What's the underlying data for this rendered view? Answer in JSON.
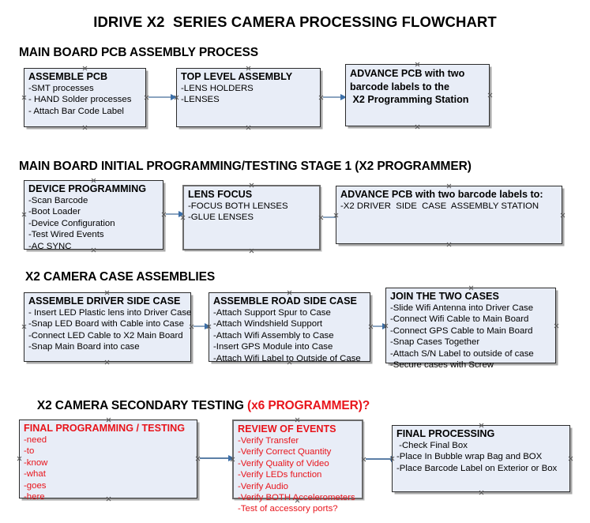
{
  "document": {
    "title": "IDRIVE X2  SERIES CAMERA PROCESSING FLOWCHART"
  },
  "colors": {
    "box_fill": "#e8edf7",
    "box_border": "#2b2b2b",
    "accent_red": "#e8141b",
    "arrow": "#8ba4c0",
    "arrow_head": "#3c6fa8"
  },
  "sections": [
    {
      "heading": "MAIN BOARD PCB ASSEMBLY PROCESS",
      "heading_suffix": "",
      "boxes": [
        {
          "title": "ASSEMBLE PCB",
          "lines": [
            "-SMT processes",
            "- HAND Solder processes",
            "- Attach Bar Code Label"
          ]
        },
        {
          "title": "TOP LEVEL ASSEMBLY",
          "lines": [
            "-LENS HOLDERS",
            "-LENSES"
          ]
        },
        {
          "title_lines": [
            "ADVANCE PCB with two",
            "barcode labels to the",
            " X2 Programming Station"
          ],
          "lines": []
        }
      ]
    },
    {
      "heading": "MAIN BOARD INITIAL PROGRAMMING/TESTING STAGE 1 (X2 PROGRAMMER)",
      "heading_suffix": "",
      "boxes": [
        {
          "title": "DEVICE PROGRAMMING",
          "lines": [
            "-Scan Barcode",
            "-Boot Loader",
            "-Device Configuration",
            "-Test Wired Events",
            "-AC SYNC"
          ]
        },
        {
          "title": "LENS FOCUS",
          "lines": [
            "-FOCUS BOTH LENSES",
            "-GLUE LENSES"
          ]
        },
        {
          "title": "ADVANCE PCB with two barcode labels to:",
          "lines": [
            "-X2 DRIVER  SIDE  CASE  ASSEMBLY STATION"
          ]
        }
      ]
    },
    {
      "heading": "X2 CAMERA CASE ASSEMBLIES",
      "heading_suffix": "",
      "boxes": [
        {
          "title": "ASSEMBLE DRIVER SIDE CASE",
          "lines": [
            "- Insert LED Plastic lens into Driver Case",
            "-Snap LED Board with Cable into Case",
            "-Connect LED Cable to X2 Main Board",
            "-Snap Main Board into case"
          ]
        },
        {
          "title": "ASSEMBLE ROAD SIDE CASE",
          "lines": [
            "-Attach Support Spur to Case",
            "-Attach Windshield Support",
            "-Attach Wifi Assembly to Case",
            "-Insert GPS Module into Case",
            "-Attach Wifi Label to Outside of Case"
          ]
        },
        {
          "title": "JOIN THE TWO CASES",
          "lines": [
            "-Slide Wifi Antenna into Driver Case",
            "-Connect Wifi Cable to Main Board",
            "-Connect GPS Cable to Main Board",
            "-Snap Cases Together",
            "-Attach S/N Label to outside of case",
            "-Secure cases with Screw"
          ]
        }
      ]
    },
    {
      "heading": "X2 CAMERA SECONDARY TESTING ",
      "heading_suffix": "(x6 PROGRAMMER)?",
      "boxes": [
        {
          "title": "FINAL PROGRAMMING / TESTING",
          "lines": [
            "-need",
            "-to",
            "-know",
            "-what",
            "-goes",
            "-here"
          ]
        },
        {
          "title": "REVIEW OF EVENTS",
          "lines": [
            "-Verify Transfer",
            "-Verify Correct Quantity",
            "-Verify Quality of Video",
            "-Verify LEDs function",
            "-Verify Audio",
            "-Verify BOTH Accelerometers",
            "-Test of accessory ports?"
          ]
        },
        {
          "title": "FINAL PROCESSING",
          "lines": [
            " -Check Final Box",
            "-Place In Bubble wrap Bag and BOX",
            "-Place Barcode Label on Exterior or Box"
          ]
        }
      ]
    }
  ]
}
